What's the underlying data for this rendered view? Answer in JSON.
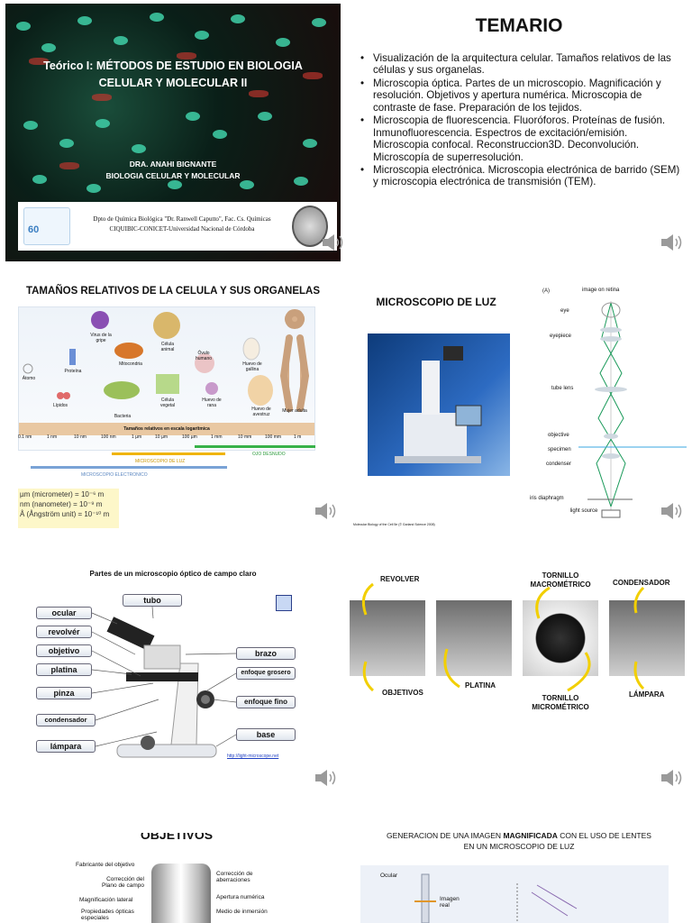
{
  "slide1": {
    "title": "Teórico I: MÉTODOS DE ESTUDIO EN BIOLOGIA CELULAR Y MOLECULAR II",
    "author": "DRA. ANAHI BIGNANTE",
    "author_dept": "BIOLOGIA CELULAR Y MOLECULAR",
    "dept_line1": "Dpto de Química Biológica \"Dr. Ranwell Caputto\", Fac. Cs. Químicas",
    "dept_line2": "CIQUIBIC-CONICET-Universidad Nacional de Córdoba",
    "logo_number": "60"
  },
  "slide2": {
    "title": "TEMARIO",
    "items": [
      "Visualización de la arquitectura celular. Tamaños relativos de las células y sus organelas.",
      "Microscopia óptica. Partes de un microscopio. Magnificación y resolución. Objetivos y apertura numérica. Microscopia de contraste de fase. Preparación de los tejidos.",
      "Microscopia de fluorescencia. Fluoróforos. Proteínas de fusión. Inmunofluorescencia. Espectros de excitación/emisión. Microscopia confocal. Reconstruccion3D. Deconvolución. Microscopía de superresolución.",
      "Microscopia electrónica. Microscopia electrónica de barrido (SEM) y microscopia electrónica de transmisión (TEM)."
    ]
  },
  "slide3": {
    "title": "TAMAÑOS RELATIVOS DE LA CELULA Y SUS ORGANELAS",
    "objects": [
      "Átomo",
      "Lípidos",
      "Proteína",
      "Virus de la gripe",
      "Bacteria",
      "Mitocondria",
      "Célula animal",
      "Célula vegetal",
      "Óvulo humano",
      "Huevo de rana",
      "Huevo de gallina",
      "Huevo de avestruz",
      "Mujer adulta"
    ],
    "scale_caption": "Tamaños relativos en escala logarítmica",
    "ticks": [
      "0.1 nm",
      "1 nm",
      "10 nm",
      "100 nm",
      "1 µm",
      "10 µm",
      "100 µm",
      "1 mm",
      "10 mm",
      "100 mm",
      "1 m"
    ],
    "range_eye": "OJO DESNUDO",
    "range_light": "MICROSCOPIO DE LUZ",
    "range_electron": "MICROSCOPIO ELECTRONICO",
    "units": [
      "µm (micrometer) = 10⁻⁶ m",
      "nm (nanometer) = 10⁻⁹ m",
      "Å (Ångström unit) = 10⁻¹⁰ m"
    ]
  },
  "slide4": {
    "title": "MICROSCOPIO DE LUZ",
    "citation": "Molecular Biology of the Cell 5e (© Garland Science 2008)",
    "panel": "(A)",
    "labels": [
      "image on retina",
      "eye",
      "eyepiece",
      "tube lens",
      "objective",
      "specimen",
      "condenser",
      "iris diaphragm",
      "light source"
    ]
  },
  "slide5": {
    "title": "Partes de un microscopio óptico de campo claro",
    "left_labels": [
      "ocular",
      "revolvér",
      "objetivo",
      "platina",
      "pinza",
      "condensador",
      "lámpara"
    ],
    "top_label": "tubo",
    "right_labels": [
      "brazo",
      "enfoque grosero",
      "enfoque fino",
      "base"
    ],
    "link": "http://light-microscope.net"
  },
  "slide6": {
    "labels": {
      "revolver": "REVOLVER",
      "objetivos": "OBJETIVOS",
      "platina": "PLATINA",
      "macro": "TORNILLO MACROMÉTRICO",
      "micro": "TORNILLO MICROMÉTRICO",
      "condensador": "CONDENSADOR",
      "lampara": "LÁMPARA"
    }
  },
  "slide7": {
    "title": "OBJETIVOS",
    "left_labels": [
      "Fabricante del objetivo",
      "Corrección del Plano de campo",
      "Magnificación lateral",
      "Propiedades ópticas especiales"
    ],
    "right_labels": [
      "Corrección de aberraciones",
      "Apertura numérica",
      "Medio de inmersión"
    ]
  },
  "slide8": {
    "title_pre": "GENERACIÓN DE UNA IMAGEN ",
    "title_bold": "MAGNIFICADA",
    "title_post": " CON EL USO DE LENTES",
    "title_line2": "EN UN MICROSCOPIO DE LUZ",
    "labels": [
      "Ocular",
      "Imagen real"
    ]
  }
}
